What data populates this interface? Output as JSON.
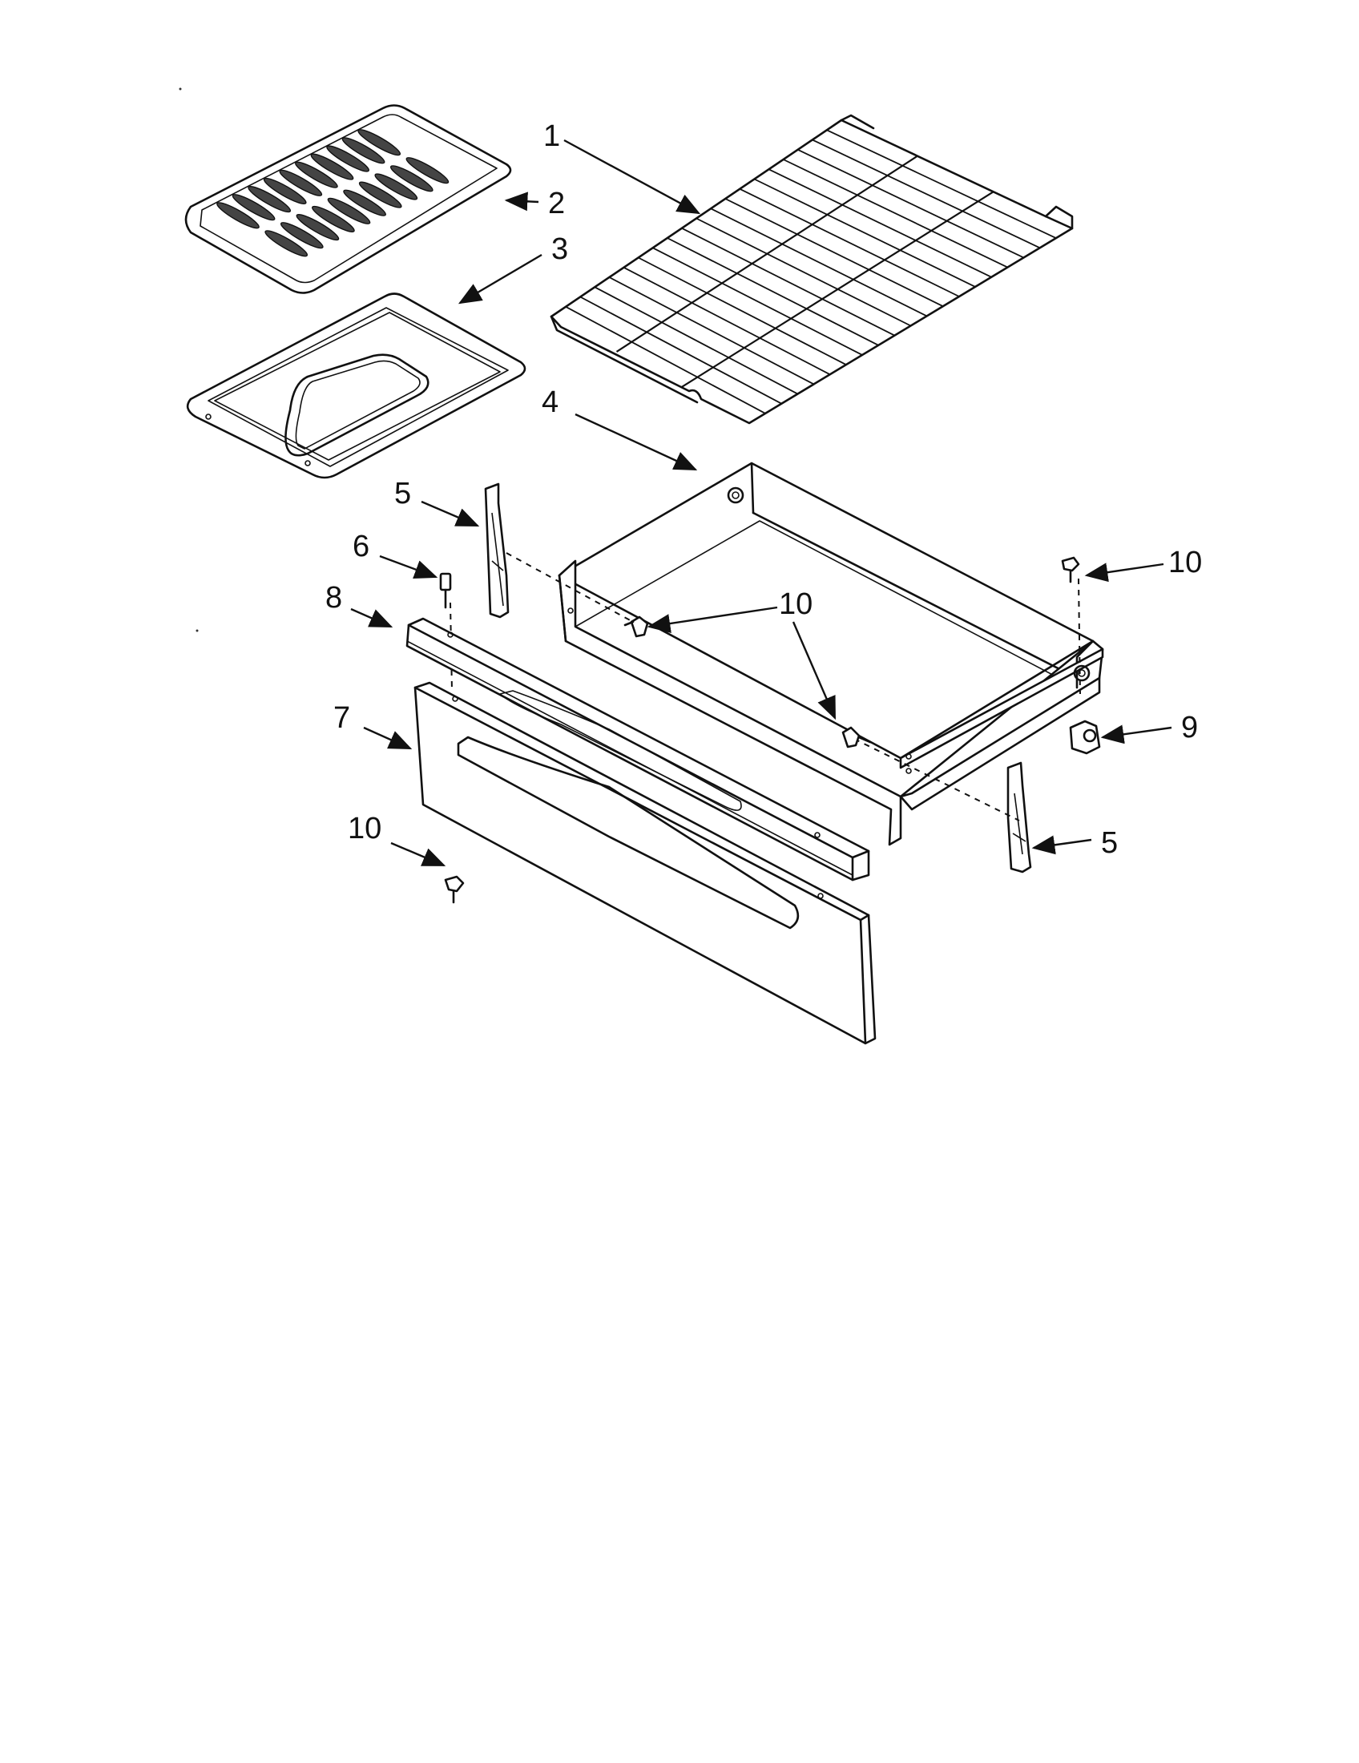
{
  "callouts": [
    {
      "id": "c1",
      "text": "1"
    },
    {
      "id": "c2",
      "text": "2"
    },
    {
      "id": "c3",
      "text": "3"
    },
    {
      "id": "c4",
      "text": "4"
    },
    {
      "id": "c5a",
      "text": "5"
    },
    {
      "id": "c5b",
      "text": "5"
    },
    {
      "id": "c6",
      "text": "6"
    },
    {
      "id": "c7",
      "text": "7"
    },
    {
      "id": "c8",
      "text": "8"
    },
    {
      "id": "c9",
      "text": "9"
    },
    {
      "id": "c10a",
      "text": "10"
    },
    {
      "id": "c10b",
      "text": "10"
    },
    {
      "id": "c10c",
      "text": "10"
    }
  ],
  "parts": [
    "oven-rack",
    "broiler-pan-grid",
    "broiler-pan",
    "drawer",
    "drawer-slide",
    "screw",
    "drawer-front-panel",
    "drawer-trim",
    "clip",
    "screw"
  ]
}
